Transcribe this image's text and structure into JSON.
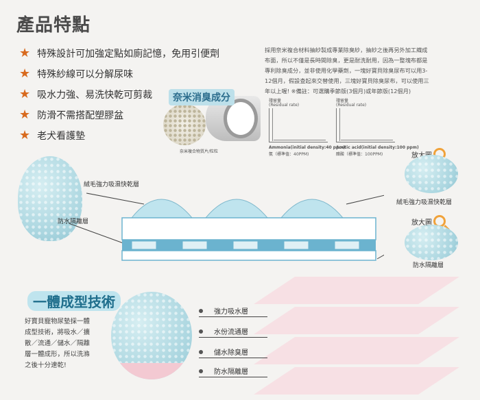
{
  "title": "產品特點",
  "features": [
    "特殊設計可加強定點如廁記憶，免用引便劑",
    "特殊紗線可以分解尿味",
    "吸水力強、易洗快乾可剪裁",
    "防滑不需搭配塑膠盆",
    "老犬看護墊"
  ],
  "nano": {
    "label": "奈米消臭成分",
    "paragraph_lines": [
      "採用奈米複合材料抽紗製成專業除臭紗，抽紗之後再另外加工織成",
      "布面，所以不僅是長時間除臭，更是耐洗耐用，因為一整塊布都是",
      "專利除臭成分，並非使用化學藥劑，一塊好寶貝除臭尿布可以用3-",
      "12個月，假設查起來交替使用，三塊好寶貝除臭尿布，可以使用三",
      "年以上喔!                ※備註：可選購季節版(3個月)或年節版(12個月)"
    ],
    "particle_caption": "奈米複合物質片/粒粒",
    "graph1": {
      "title": "殘留量",
      "sub": "(Residual rate)",
      "caption": "Ammonia(initial density:40 ppm)",
      "caption2": "氨（標準值：40PPM)"
    },
    "graph2": {
      "title": "殘留量",
      "sub": "(Residual rate)",
      "caption": "Acetic acid(initial density:100 ppm)",
      "caption2": "醋酸（標準值：100PPM)"
    }
  },
  "diagram": {
    "top_left_label": "絨毛強力吸濕快乾層",
    "bottom_left_label": "防水隔離層",
    "zoom_label": "放大圖",
    "zoom_top_caption": "絨毛強力吸濕快乾層",
    "zoom_bottom_caption": "防水隔離層"
  },
  "tech": {
    "title": "一體成型技術",
    "desc_lines": [
      "好寶貝寵物尿墊採一體",
      "成型技術，將吸水／擴",
      "散／流通／儲水／隔離",
      "層一體成形，所以洗滌",
      "之後十分速乾!"
    ],
    "layers": [
      "強力吸水層",
      "水份流通層",
      "儲水除臭層",
      "防水隔離層"
    ]
  },
  "colors": {
    "accent": "#d86a1e",
    "aqua": "#a9d5df",
    "brand_blue": "#1f6e8c",
    "pink": "#f6d6dc"
  }
}
